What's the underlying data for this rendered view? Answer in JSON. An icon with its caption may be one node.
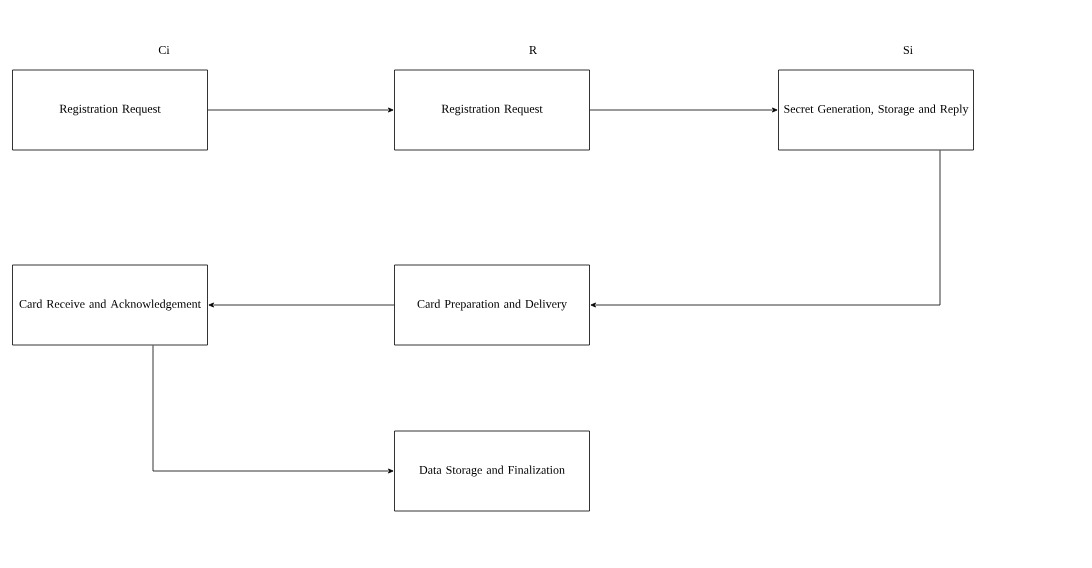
{
  "diagram": {
    "nodes": [
      {
        "text": [
          "Registration Request"
        ]
      },
      {
        "text": [
          "Registration Request"
        ]
      },
      {
        "text": [
          "Secret Generation, Storage and Reply"
        ]
      },
      {
        "text": [
          "Card Receive and Acknowledgement"
        ]
      },
      {
        "text": [
          "Card Preparation and Delivery"
        ]
      },
      {
        "text": [
          "Data Storage and Finalization"
        ]
      }
    ],
    "edges": [
      {
        "from": 0,
        "to": 1,
        "arrow": "to"
      },
      {
        "from": 1,
        "to": 2,
        "arrow": "to"
      },
      {
        "from": 2,
        "to": 4,
        "arrow": "to"
      },
      {
        "from": 4,
        "to": 3,
        "arrow": "to"
      },
      {
        "from": 3,
        "to": 5,
        "arrow": "to"
      }
    ],
    "labels": [
      "Ci",
      "R",
      "Si"
    ]
  }
}
